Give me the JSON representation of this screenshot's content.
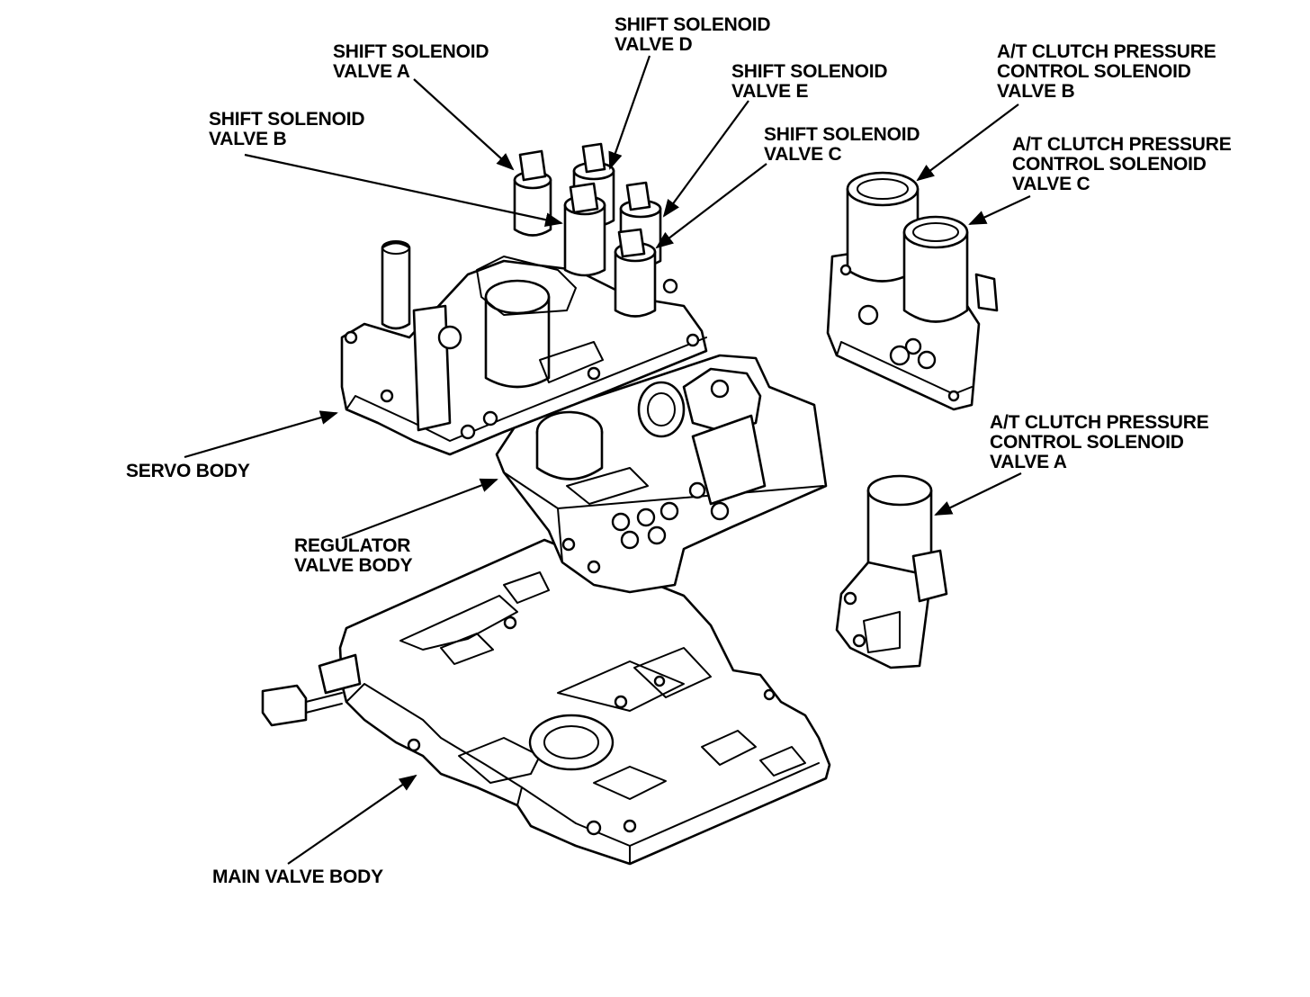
{
  "labels": {
    "shift_a": [
      "SHIFT SOLENOID",
      "VALVE A"
    ],
    "shift_b": [
      "SHIFT SOLENOID",
      "VALVE B"
    ],
    "shift_c": [
      "SHIFT SOLENOID",
      "VALVE C"
    ],
    "shift_d": [
      "SHIFT SOLENOID",
      "VALVE D"
    ],
    "shift_e": [
      "SHIFT SOLENOID",
      "VALVE E"
    ],
    "atc_a": [
      "A/T CLUTCH PRESSURE",
      "CONTROL SOLENOID",
      "VALVE A"
    ],
    "atc_b": [
      "A/T CLUTCH PRESSURE",
      "CONTROL SOLENOID",
      "VALVE B"
    ],
    "atc_c": [
      "A/T CLUTCH PRESSURE",
      "CONTROL SOLENOID",
      "VALVE C"
    ],
    "servo": [
      "SERVO BODY"
    ],
    "regulator": [
      "REGULATOR",
      "VALVE BODY"
    ],
    "main": [
      "MAIN VALVE BODY"
    ]
  },
  "colors": {
    "line": "#000000",
    "background": "#ffffff"
  }
}
